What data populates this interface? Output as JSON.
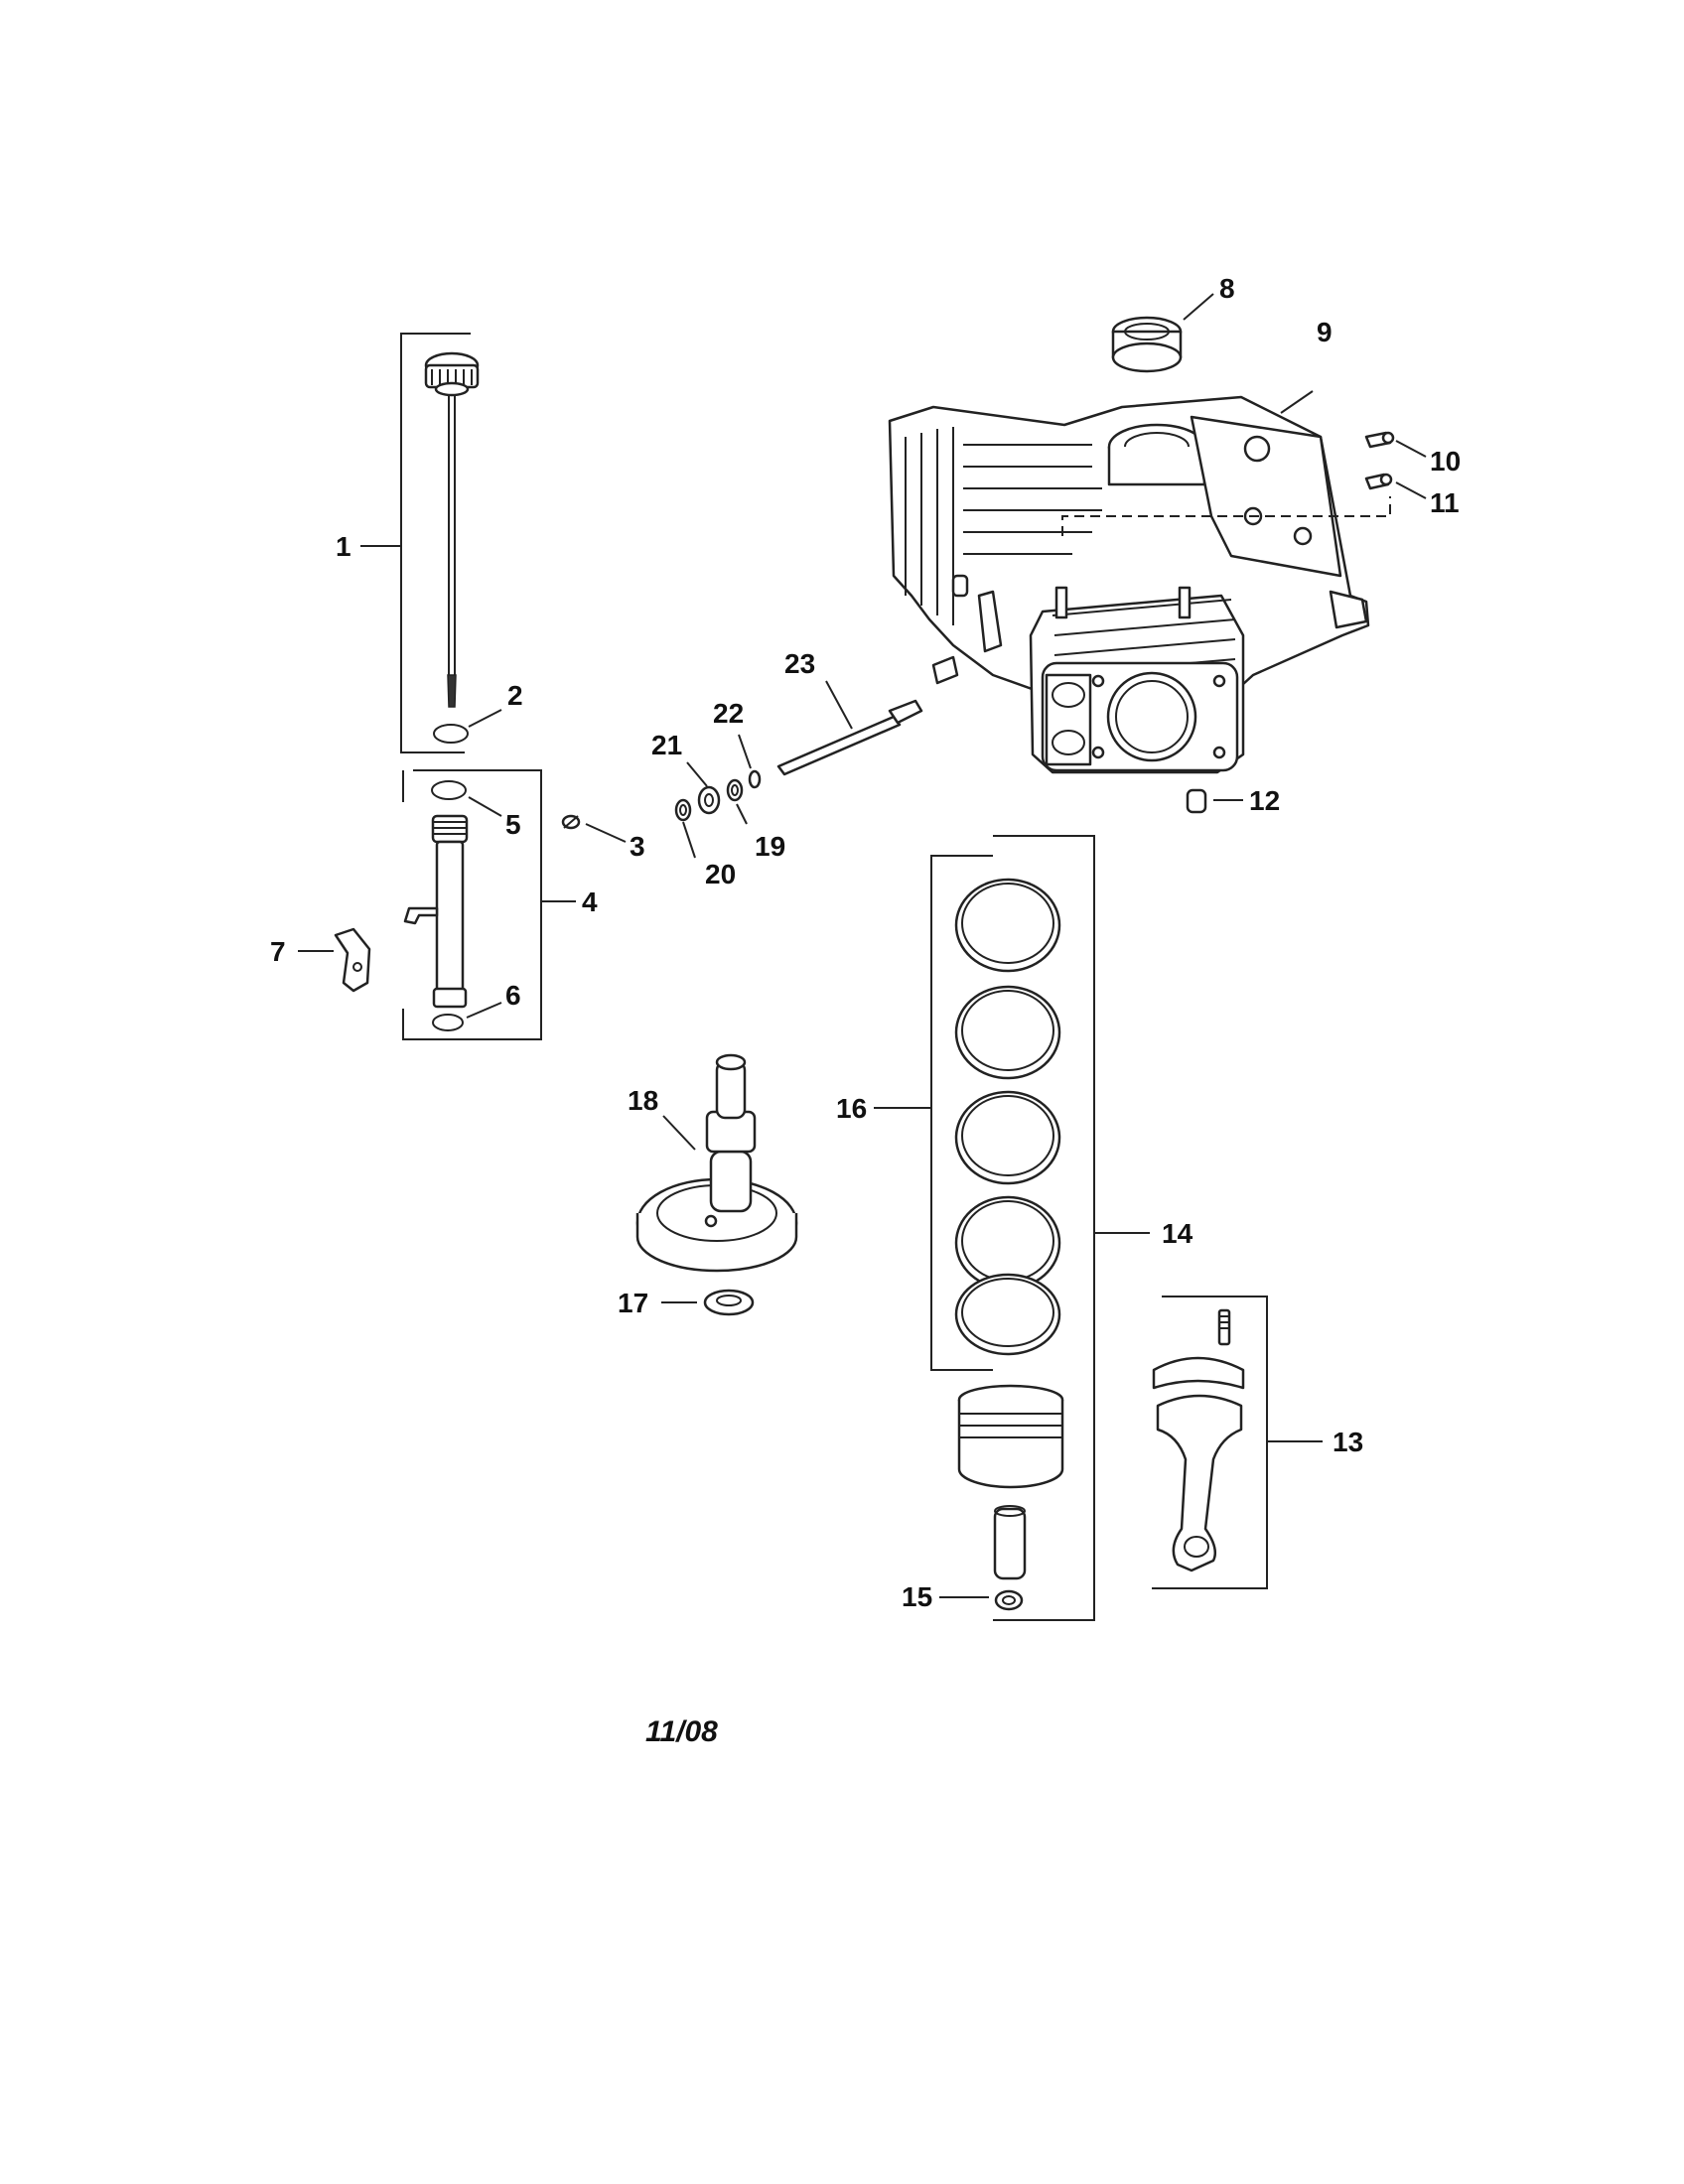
{
  "callouts": {
    "c1": "1",
    "c2": "2",
    "c3": "3",
    "c4": "4",
    "c5": "5",
    "c6": "6",
    "c7": "7",
    "c8": "8",
    "c9": "9",
    "c10": "10",
    "c11": "11",
    "c12": "12",
    "c13": "13",
    "c14": "14",
    "c15": "15",
    "c16": "16",
    "c17": "17",
    "c18": "18",
    "c19": "19",
    "c20": "20",
    "c21": "21",
    "c22": "22",
    "c23": "23"
  },
  "revision_date": "11/08"
}
